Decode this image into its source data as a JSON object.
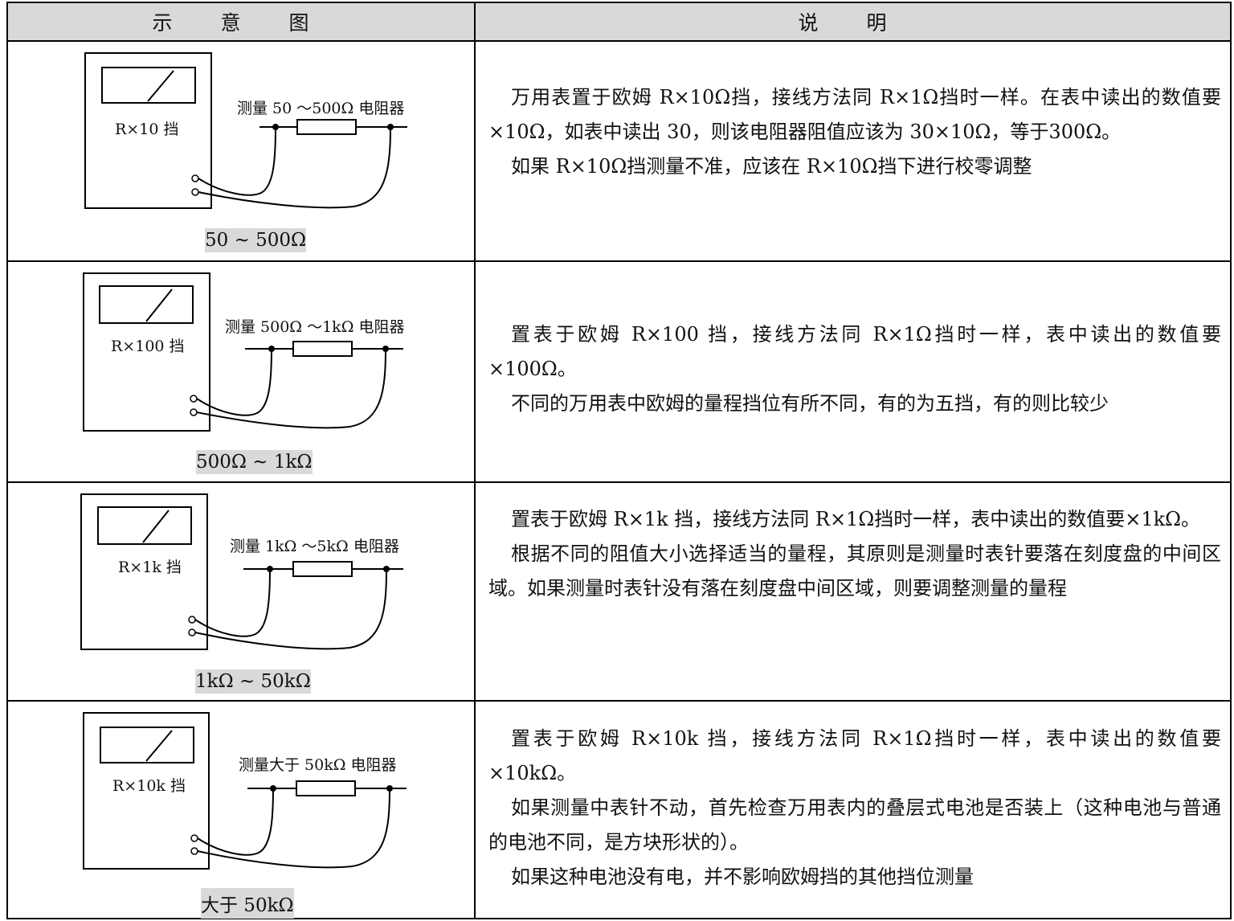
{
  "header": {
    "diagram_col": "示 意 图",
    "desc_col": "说 明"
  },
  "rows": [
    {
      "meter_label": "R×10 挡",
      "measure_label": "测量 50 ～500Ω 电阻器",
      "range_label": "50 ~ 500Ω",
      "paragraphs": [
        "万用表置于欧姆 R×10Ω挡，接线方法同 R×1Ω挡时一样。在表中读出的数值要×10Ω，如表中读出 30，则该电阻器阻值应该为 30×10Ω，等于300Ω。",
        "如果 R×10Ω挡测量不准，应该在 R×10Ω挡下进行校零调整"
      ]
    },
    {
      "meter_label": "R×100 挡",
      "measure_label": "测量 500Ω ～1kΩ 电阻器",
      "range_label": "500Ω ~ 1kΩ",
      "paragraphs": [
        "置表于欧姆 R×100 挡，接线方法同 R×1Ω挡时一样，表中读出的数值要×100Ω。",
        "不同的万用表中欧姆的量程挡位有所不同，有的为五挡，有的则比较少"
      ]
    },
    {
      "meter_label": "R×1k 挡",
      "measure_label": "测量 1kΩ ～5kΩ 电阻器",
      "range_label": "1kΩ ~ 50kΩ",
      "paragraphs": [
        "置表于欧姆 R×1k 挡，接线方法同 R×1Ω挡时一样，表中读出的数值要×1kΩ。",
        "根据不同的阻值大小选择适当的量程，其原则是测量时表针要落在刻度盘的中间区域。如果测量时表针没有落在刻度盘中间区域，则要调整测量的量程"
      ]
    },
    {
      "meter_label": "R×10k 挡",
      "measure_label": "测量大于 50kΩ 电阻器",
      "range_label": "大于 50kΩ",
      "paragraphs": [
        "置表于欧姆 R×10k 挡，接线方法同 R×1Ω挡时一样，表中读出的数值要×10kΩ。",
        "如果测量中表针不动，首先检查万用表内的叠层式电池是否装上（这种电池与普通的电池不同，是方块形状的）。",
        "如果这种电池没有电，并不影响欧姆挡的其他挡位测量"
      ]
    }
  ]
}
